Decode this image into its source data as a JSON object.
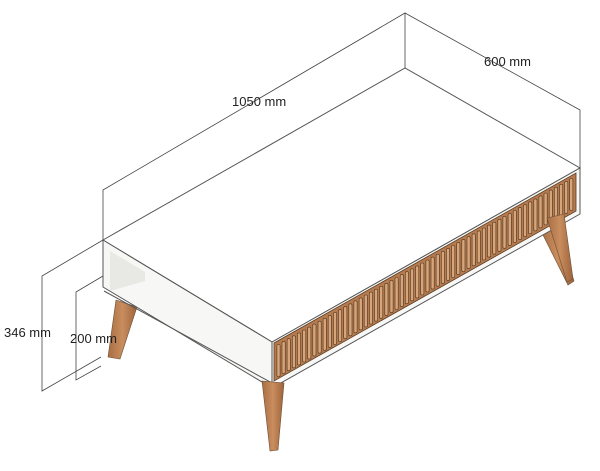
{
  "dimensions": {
    "length": "1050 mm",
    "width": "600 mm",
    "overall_height": "346 mm",
    "frame_height": "200 mm"
  },
  "colors": {
    "wood": "#b57b4f",
    "leg": "#c98d5e",
    "panel": "#f7f7f5",
    "line": "#444444"
  }
}
